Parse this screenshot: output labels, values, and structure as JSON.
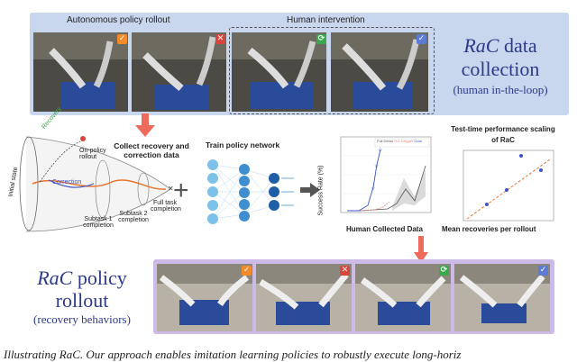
{
  "top": {
    "left_label": "Autonomous policy rollout",
    "right_label": "Human intervention",
    "badges": [
      "✓",
      "✕",
      "⟳",
      "✓"
    ],
    "title_brand": "RaC",
    "title_rest": "data",
    "title_line2": "collection",
    "subtitle": "(human in-the-loop)"
  },
  "middle": {
    "collect_label": "Collect recovery and correction data",
    "train_label": "Train policy network",
    "diagram_labels": {
      "recovery": "Recovery",
      "on_policy": "On-policy rollout",
      "correction": "Correction",
      "initial_state": "Initial state",
      "subtask1": "Subtask 1 completion",
      "subtask2": "Subtask 2 completion",
      "full_task": "Full task completion"
    },
    "plus": "+",
    "chart1": {
      "ylabel": "Success Rate (%)",
      "xlabel": "Human Collected Data",
      "legend": [
        "Full Demo",
        "HG-DAgger",
        "Ours"
      ]
    },
    "chart2": {
      "title": "Test-time performance scaling of RaC",
      "xlabel": "Mean recoveries per rollout"
    }
  },
  "bottom": {
    "title_brand": "RaC",
    "title_rest": "policy",
    "title_line2": "rollout",
    "subtitle": "(recovery behaviors)",
    "badges": [
      "✓",
      "✕",
      "⟳",
      "✓"
    ]
  },
  "caption": "Illustrating RaC. Our approach enables imitation learning policies to robustly execute long-horiz",
  "colors": {
    "check": "#f28c28",
    "cross": "#d9453b",
    "refresh": "#3aa84b",
    "check_blue": "#5b7bd5",
    "arrow": "#ee6a5a",
    "ours": "#3b54c8",
    "full_demo": "#555555",
    "hgdagger": "#e98a7a"
  }
}
